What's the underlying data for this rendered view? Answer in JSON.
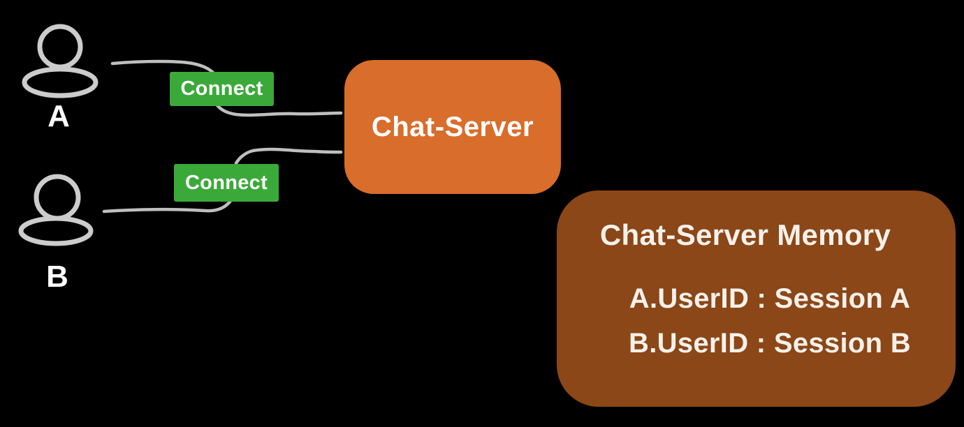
{
  "colors": {
    "background": "#000000",
    "server_box": "#D96D2B",
    "memory_box": "#8B4718",
    "connect_badge": "#3BA93A",
    "wire": "#BFBFBF",
    "icon_stroke": "#CCCCCC",
    "text": "#FFFFFF",
    "memory_text": "#F7F1EA"
  },
  "users": [
    {
      "label": "A"
    },
    {
      "label": "B"
    }
  ],
  "connections": [
    {
      "label": "Connect"
    },
    {
      "label": "Connect"
    }
  ],
  "server": {
    "label": "Chat-Server"
  },
  "memory": {
    "title": "Chat-Server Memory",
    "entries": [
      "A.UserID : Session A",
      "B.UserID : Session B"
    ]
  }
}
